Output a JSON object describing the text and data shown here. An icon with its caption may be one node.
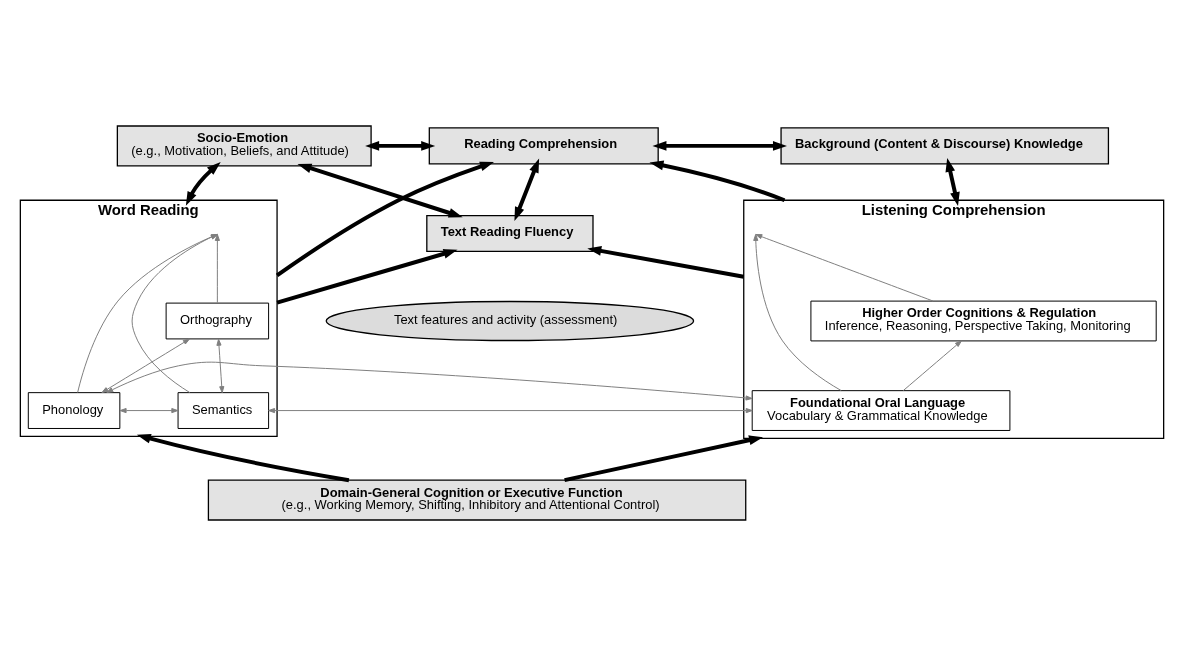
{
  "diagram": {
    "nodes": [
      {
        "text": [
          "Socio-Emotion",
          "(e.g., Motivation, Beliefs, and Attitude)"
        ]
      },
      {
        "text": [
          "Reading Comprehension"
        ]
      },
      {
        "text": [
          "Background (Content & Discourse) Knowledge"
        ]
      },
      {
        "text": [
          "Text Reading Fluency"
        ]
      },
      {
        "text": [
          "Word Reading"
        ]
      },
      {
        "text": [
          "Orthography"
        ],
        "in": 4
      },
      {
        "text": [
          "Phonology"
        ],
        "in": 4
      },
      {
        "text": [
          "Semantics"
        ],
        "in": 4
      },
      {
        "text": [
          "Text features and activity (assessment)"
        ]
      },
      {
        "text": [
          "Listening Comprehension"
        ]
      },
      {
        "text": [
          "Higher Order Cognitions & Regulation",
          "Inference, Reasoning, Perspective Taking, Monitoring"
        ],
        "in": 9
      },
      {
        "text": [
          "Foundational Oral Language",
          "Vocabulary & Grammatical Knowledge"
        ],
        "in": 9
      },
      {
        "text": [
          "Domain-General Cognition or Executive Function",
          "(e.g., Working Memory, Shifting, Inhibitory and Attentional Control)"
        ]
      }
    ],
    "edges": [
      {
        "from": 0,
        "to": 1,
        "arrow": "both"
      },
      {
        "from": 1,
        "to": 2,
        "arrow": "both"
      },
      {
        "from": 0,
        "to": 3,
        "arrow": "both"
      },
      {
        "from": 1,
        "to": 3,
        "arrow": "both"
      },
      {
        "from": 0,
        "to": 4,
        "arrow": "both"
      },
      {
        "from": 2,
        "to": 9,
        "arrow": "both"
      },
      {
        "from": 4,
        "to": 1,
        "arrow": "to"
      },
      {
        "from": 4,
        "to": 3,
        "arrow": "to"
      },
      {
        "from": 9,
        "to": 1,
        "arrow": "to"
      },
      {
        "from": 9,
        "to": 3,
        "arrow": "to"
      },
      {
        "from": 12,
        "to": 4,
        "arrow": "to"
      },
      {
        "from": 12,
        "to": 9,
        "arrow": "to"
      },
      {
        "from": 5,
        "to": 4,
        "arrow": "to",
        "color": "#7f7f7f"
      },
      {
        "from": 6,
        "to": 4,
        "arrow": "to",
        "color": "#7f7f7f"
      },
      {
        "from": 7,
        "to": 4,
        "arrow": "to",
        "color": "#7f7f7f"
      },
      {
        "from": 6,
        "to": 5,
        "arrow": "both",
        "color": "#7f7f7f"
      },
      {
        "from": 7,
        "to": 5,
        "arrow": "both",
        "color": "#7f7f7f"
      },
      {
        "from": 6,
        "to": 7,
        "arrow": "both",
        "color": "#7f7f7f"
      },
      {
        "from": 11,
        "to": 10,
        "arrow": "to",
        "color": "#7f7f7f"
      },
      {
        "from": 10,
        "to": 9,
        "arrow": "to",
        "color": "#7f7f7f"
      },
      {
        "from": 11,
        "to": 9,
        "arrow": "to",
        "color": "#7f7f7f"
      },
      {
        "from": 11,
        "to": 7,
        "arrow": "both",
        "color": "#7f7f7f"
      },
      {
        "from": 11,
        "to": 6,
        "arrow": "both",
        "color": "#7f7f7f"
      }
    ]
  }
}
